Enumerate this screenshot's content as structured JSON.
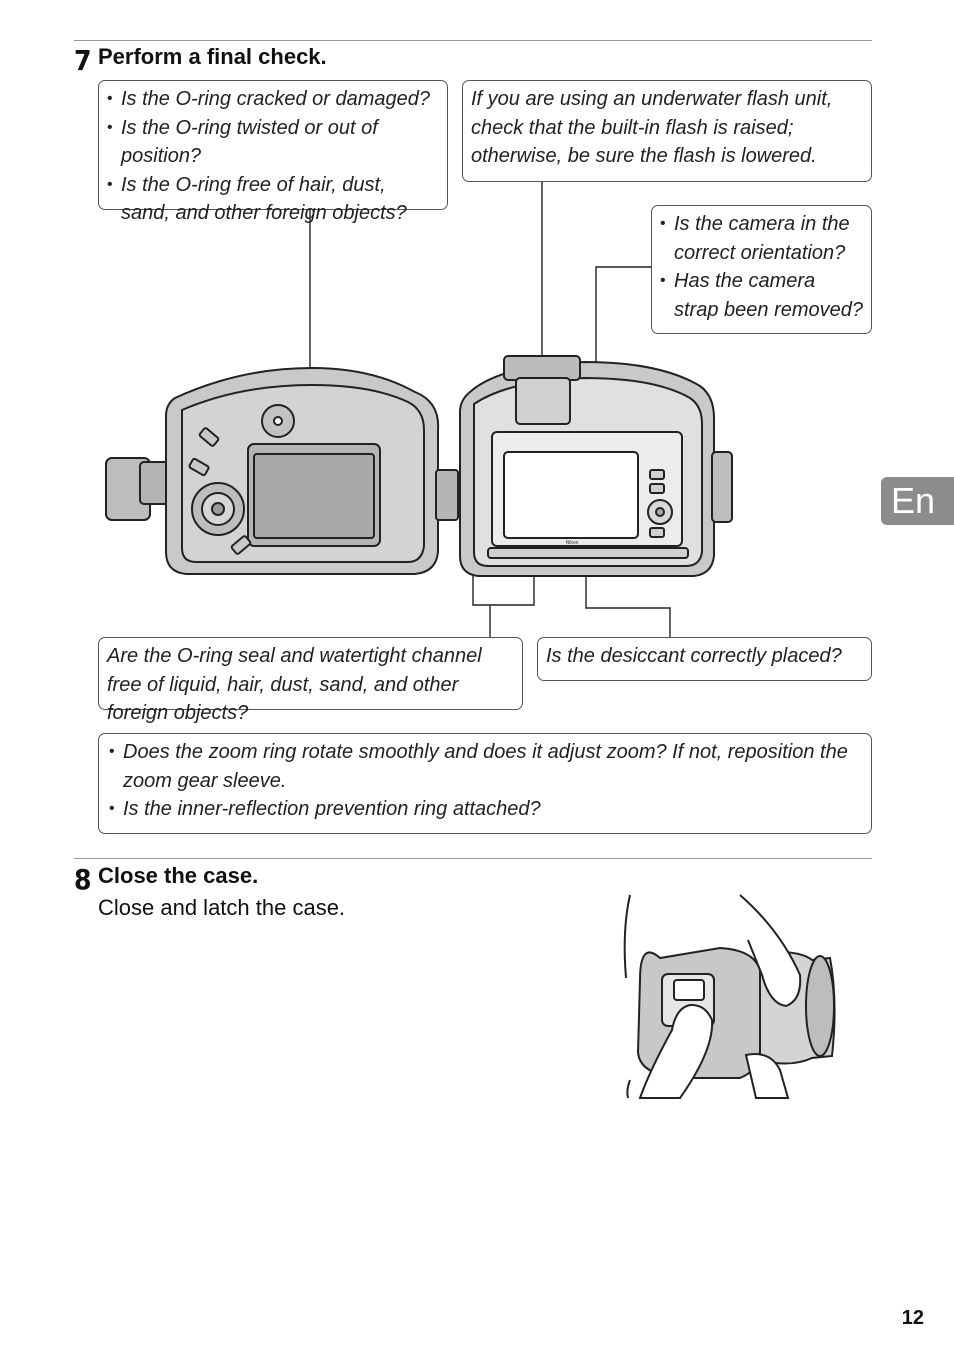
{
  "step7": {
    "number": "7",
    "title": "Perform a final check.",
    "callout_oring": [
      "Is the O-ring cracked or damaged?",
      "Is the O-ring twisted or out of position?",
      "Is the O-ring free of hair, dust, sand, and other foreign objects?"
    ],
    "callout_flash": "If you are using an underwater flash unit, check that the built-in flash is raised; otherwise, be sure the flash is lowered.",
    "callout_camera": [
      "Is the camera in the correct orientation?",
      "Has the camera strap been removed?"
    ],
    "callout_seal": "Are the O-ring seal and watertight channel free of liquid, hair, dust, sand, and other foreign objects?",
    "callout_desiccant": "Is the desiccant correctly placed?",
    "callout_zoom": [
      "Does the zoom ring rotate smoothly and does it adjust zoom?  If not, reposition the zoom gear sleeve.",
      "Is the inner-reflection prevention ring attached?"
    ]
  },
  "step8": {
    "number": "8",
    "title": "Close the case.",
    "body": "Close and latch the case."
  },
  "language_tab": "En",
  "page_number": "12",
  "camera_brand": "Nikon"
}
